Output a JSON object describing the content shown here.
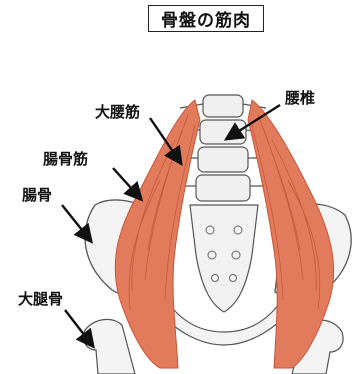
{
  "title": "骨盤の筋肉",
  "labels": {
    "psoas_major": "大腰筋",
    "lumbar_vertebra": "腰椎",
    "iliacus": "腸骨筋",
    "ilium": "腸骨",
    "femur": "大腿骨"
  },
  "colors": {
    "muscle": "#e27a5c",
    "muscle_dark": "#c9553a",
    "bone_fill": "#f2f2f2",
    "bone_line": "#555555"
  }
}
